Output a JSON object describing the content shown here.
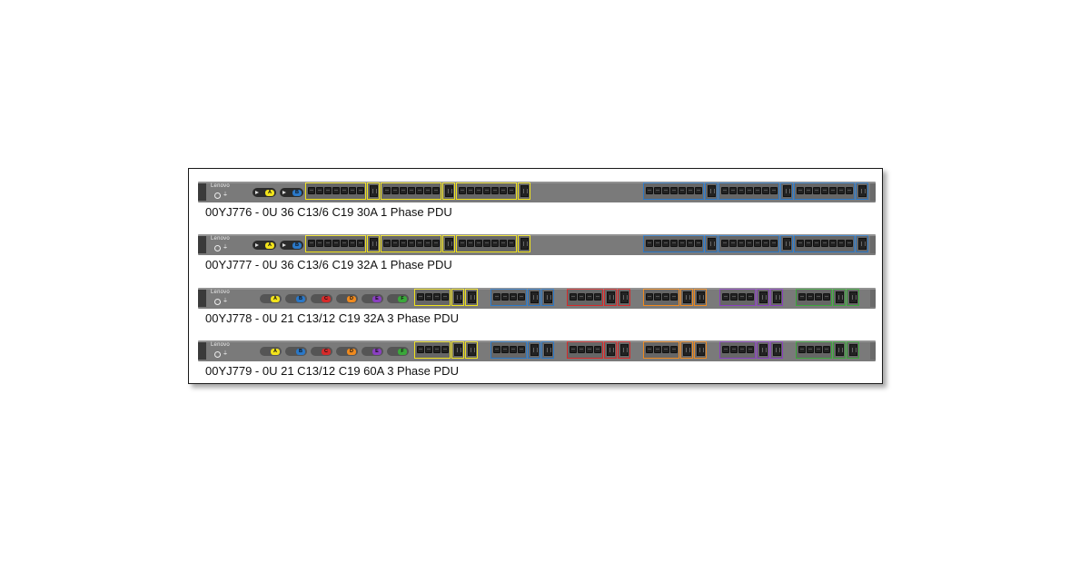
{
  "pdus": [
    {
      "label": "00YJ776 - 0U 36 C13/6 C19 30A 1 Phase PDU",
      "logo": "Lenovo",
      "breaker_labels": [
        "A",
        "B"
      ],
      "style": "1-phase",
      "colors": [
        "#f2e31b",
        "#2a78c8"
      ]
    },
    {
      "label": "00YJ777 - 0U 36 C13/6 C19 32A 1 Phase PDU",
      "logo": "Lenovo",
      "breaker_labels": [
        "A",
        "B"
      ],
      "style": "1-phase",
      "colors": [
        "#f2e31b",
        "#2a78c8"
      ]
    },
    {
      "label": "00YJ778 - 0U 21 C13/12 C19 32A 3 Phase PDU",
      "logo": "Lenovo",
      "breaker_labels": [
        "A",
        "B",
        "C",
        "D",
        "E",
        "F"
      ],
      "style": "3-phase",
      "colors": [
        "#f2e31b",
        "#2a78c8",
        "#d62a2a",
        "#f08a1e",
        "#8a3fc1",
        "#3aa83a"
      ]
    },
    {
      "label": "00YJ779 - 0U 21 C13/12 C19 60A 3 Phase PDU",
      "logo": "Lenovo",
      "breaker_labels": [
        "A",
        "B",
        "C",
        "D",
        "E",
        "F"
      ],
      "style": "3-phase",
      "colors": [
        "#f2e31b",
        "#2a78c8",
        "#d62a2a",
        "#f08a1e",
        "#8a3fc1",
        "#3aa83a"
      ]
    }
  ]
}
